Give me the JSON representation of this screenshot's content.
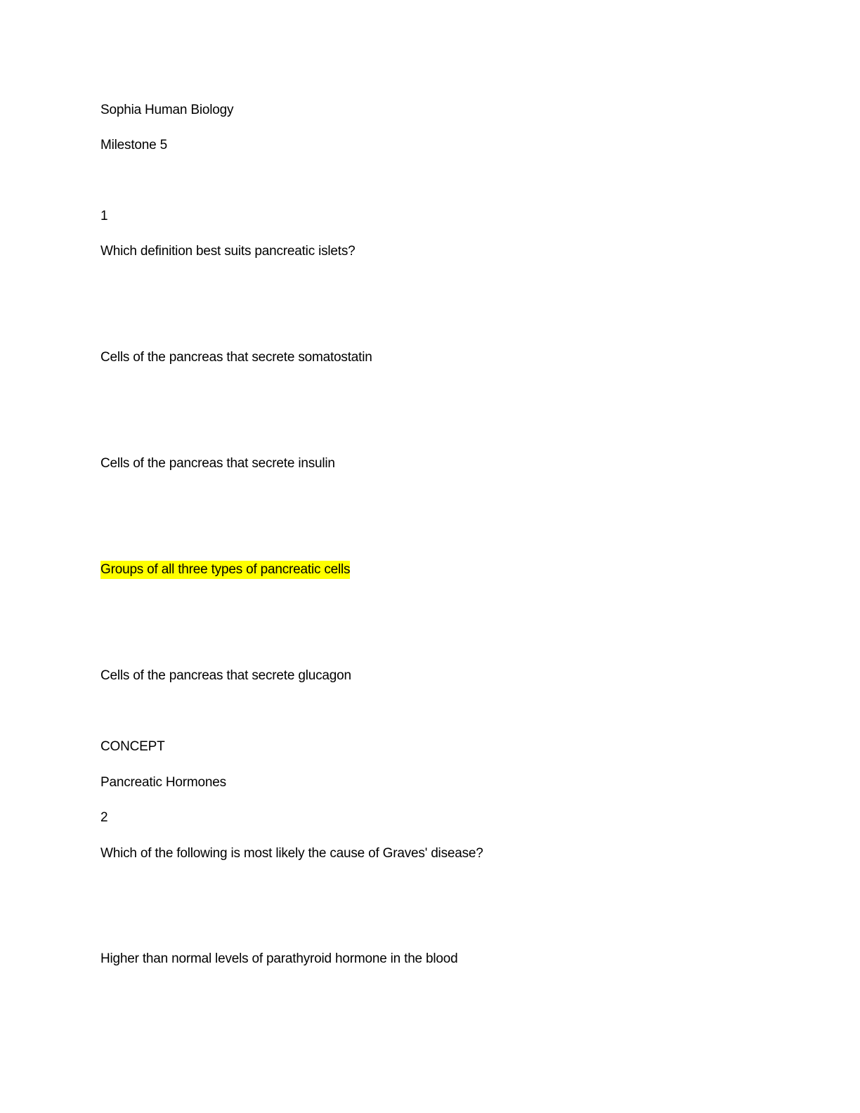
{
  "header": {
    "course": "Sophia Human Biology",
    "milestone": "Milestone 5"
  },
  "questions": [
    {
      "number": "1",
      "prompt": "Which definition best suits pancreatic islets?",
      "options": [
        "Cells of the pancreas that secrete somatostatin",
        "Cells of the pancreas that secrete insulin",
        "Groups of all three types of pancreatic cells",
        "Cells of the pancreas that secrete glucagon"
      ],
      "concept_label": "CONCEPT",
      "concept": "Pancreatic Hormones"
    },
    {
      "number": "2",
      "prompt": "Which of the following is most likely the cause of Graves' disease?",
      "options": [
        "Higher than normal levels of parathyroid hormone in the blood"
      ]
    }
  ],
  "colors": {
    "highlight": "#ffff00"
  }
}
